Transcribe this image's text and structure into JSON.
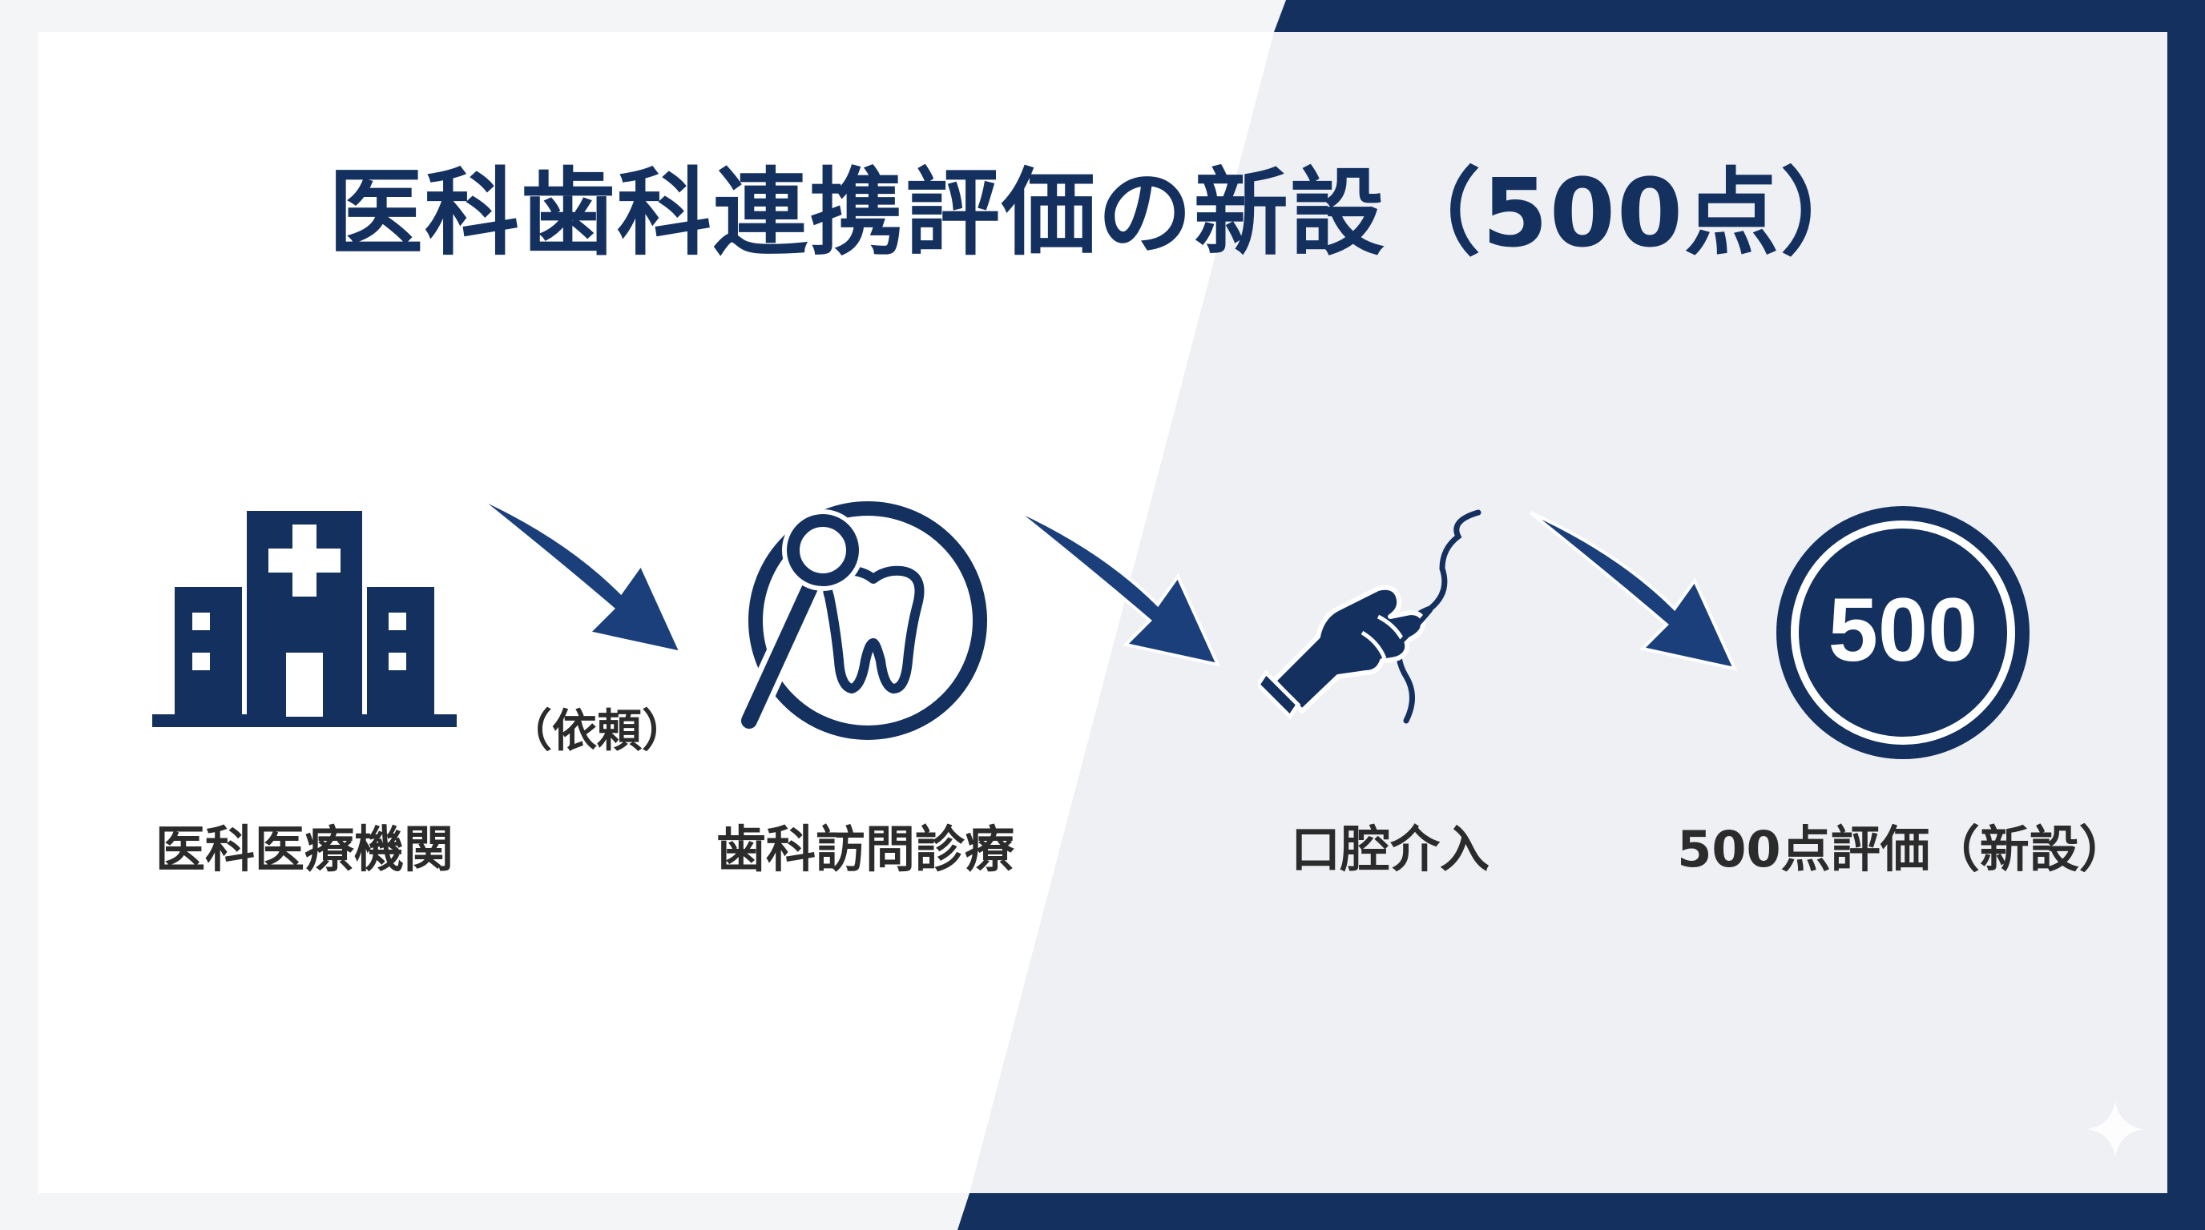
{
  "title": "医科歯科連携評価の新設（500点）",
  "colors": {
    "primary": "#14305f",
    "text": "#2b2b2b",
    "background": "#f4f5f7",
    "panel": "#ffffff"
  },
  "flow": {
    "steps": [
      {
        "label": "医科医療機関",
        "icon": "hospital-icon"
      },
      {
        "label": "歯科訪問診療",
        "icon": "tooth-with-mirror-icon"
      },
      {
        "label": "口腔介入",
        "icon": "gloved-hand-floss-icon"
      },
      {
        "label": "500点評価（新設）",
        "icon": "score-badge-icon",
        "badge_value": "500"
      }
    ],
    "arrows": [
      {
        "label": "（依頼）"
      },
      {
        "label": ""
      },
      {
        "label": ""
      }
    ]
  }
}
